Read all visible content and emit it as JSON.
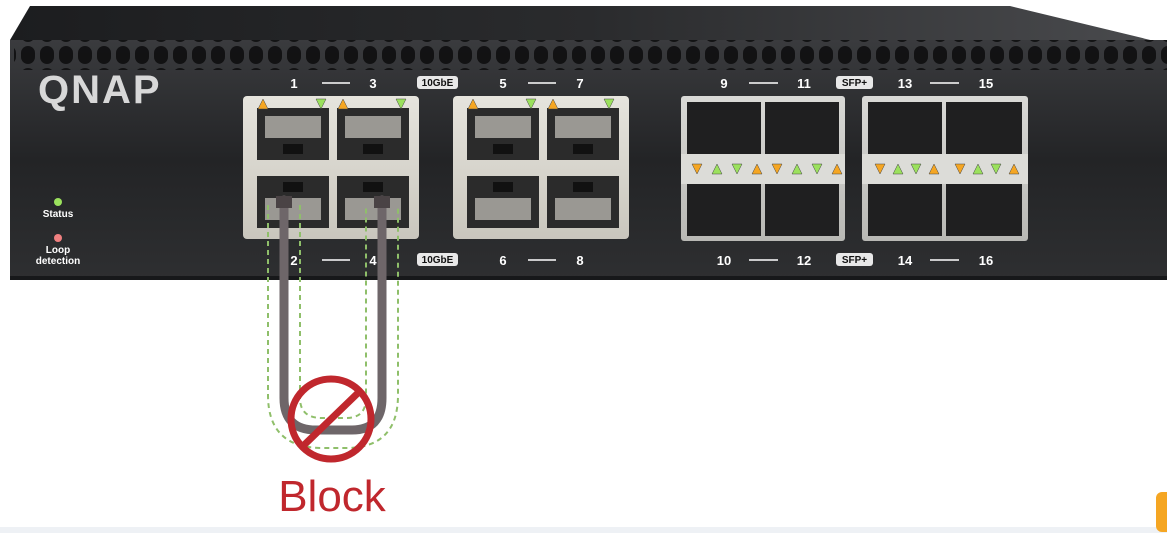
{
  "brand": "QNAP",
  "indicators": {
    "status_label": "Status",
    "loop_label_line1": "Loop",
    "loop_label_line2": "detection",
    "status_color": "#9be15d",
    "loop_color": "#f08080"
  },
  "ports": {
    "top_left": [
      "1",
      "3"
    ],
    "bottom_left": [
      "2",
      "4"
    ],
    "top_mid": [
      "5",
      "7"
    ],
    "bottom_mid": [
      "6",
      "8"
    ],
    "top_sfp_a": [
      "9",
      "11"
    ],
    "bottom_sfp_a": [
      "10",
      "12"
    ],
    "top_sfp_b": [
      "13",
      "15"
    ],
    "bottom_sfp_b": [
      "14",
      "16"
    ]
  },
  "badges": {
    "rj45_top": "10GbE",
    "rj45_bottom": "10GbE",
    "sfp_top": "SFP+",
    "sfp_bottom": "SFP+"
  },
  "block": {
    "label": "Block",
    "color": "#c0272d"
  },
  "colors": {
    "led_amber": "#f5a623",
    "led_green": "#9be15d",
    "cable": "#6e6669",
    "dashed_outline": "#8fbf6a",
    "chassis": "#2a2b2d"
  }
}
